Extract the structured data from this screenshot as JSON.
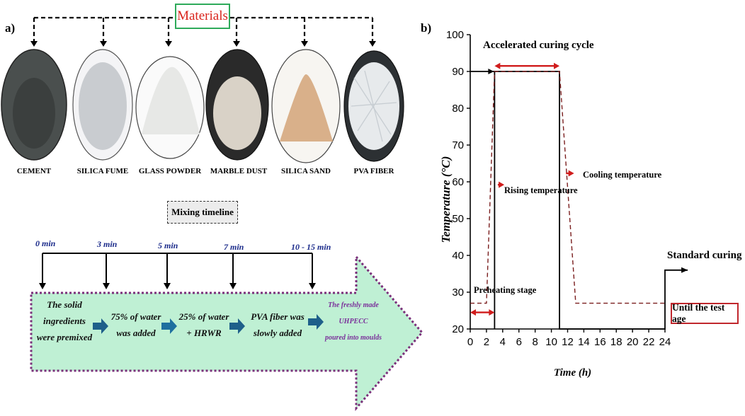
{
  "panel_a": {
    "label": "a)",
    "materials_title": "Materials",
    "materials": [
      {
        "name": "CEMENT",
        "icon": "cement-powder-icon",
        "color": "#4a4f4e"
      },
      {
        "name": "SILICA FUME",
        "icon": "silica-fume-powder-icon",
        "color": "#c9ccd0"
      },
      {
        "name": "GLASS POWDER",
        "icon": "glass-powder-icon",
        "color": "#f2f2f0"
      },
      {
        "name": "MARBLE DUST",
        "icon": "marble-dust-icon",
        "color": "#d9d2c7"
      },
      {
        "name": "SILICA SAND",
        "icon": "silica-sand-icon",
        "color": "#d9b08a"
      },
      {
        "name": "PVA FIBER",
        "icon": "pva-fiber-icon",
        "color": "#e7eaec"
      }
    ],
    "mixing_title": "Mixing timeline",
    "ticks": [
      "0 min",
      "3 min",
      "5 min",
      "7 min",
      "10 - 15 min"
    ],
    "steps": [
      [
        "The solid",
        "ingredients",
        "were premixed"
      ],
      [
        "75% of water",
        "was added"
      ],
      [
        "25% of water",
        "+ HRWR"
      ],
      [
        "PVA fiber was",
        "slowly added"
      ],
      [
        "The freshly made",
        "UHPECC",
        "poured into moulds"
      ]
    ]
  },
  "panel_b": {
    "label": "b)",
    "annotations": {
      "accelerated": "Accelerated curing cycle",
      "rising": "Rising temperature",
      "cooling": "Cooling temperature",
      "preheating": "Preheating stage",
      "standard": "Standard curing",
      "until": "Until the test age"
    }
  },
  "chart_data": {
    "type": "line",
    "title": "",
    "xlabel": "Time (h)",
    "ylabel": "Temperature (°C)",
    "xlim": [
      0,
      24
    ],
    "ylim": [
      20,
      100
    ],
    "xticks": [
      0,
      2,
      4,
      6,
      8,
      10,
      12,
      14,
      16,
      18,
      20,
      22,
      24
    ],
    "yticks": [
      20,
      30,
      40,
      50,
      60,
      70,
      80,
      90,
      100
    ],
    "series": [
      {
        "style": "solid",
        "color": "#000000",
        "x": [
          0,
          3,
          3,
          3,
          11,
          11,
          24,
          24,
          26.8
        ],
        "y": [
          90,
          90,
          20,
          90,
          90,
          20,
          20,
          36,
          36
        ]
      },
      {
        "style": "dashed",
        "color": "#7a1e1e",
        "x": [
          0,
          2,
          3,
          11,
          13,
          24
        ],
        "y": [
          27,
          27,
          90,
          90,
          27,
          27
        ]
      }
    ],
    "arrows": [
      {
        "x1": 3,
        "x2": 11,
        "y": 91.5,
        "color": "#d01c1c",
        "double": true
      },
      {
        "x1": 0,
        "x2": 3,
        "y": 24.5,
        "color": "#d01c1c",
        "double": true
      },
      {
        "x1": 3.4,
        "x2": 4.2,
        "y": 59.2,
        "color": "#d01c1c",
        "double": false
      },
      {
        "x1": 11.8,
        "x2": 12.8,
        "y": 62.3,
        "color": "#d01c1c",
        "double": false
      }
    ]
  }
}
